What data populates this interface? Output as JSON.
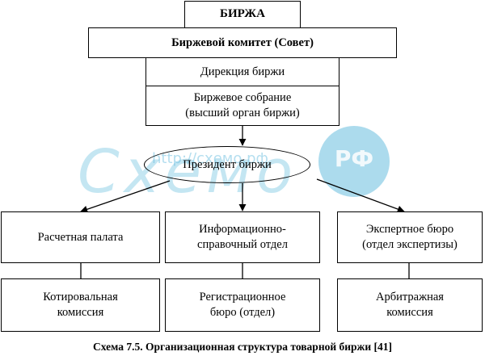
{
  "diagram": {
    "nodes": {
      "exchange": "БИРЖА",
      "committee": "Биржевой комитет (Совет)",
      "directorate": "Дирекция биржи",
      "assembly": "Биржевое собрание\n(высший орган биржи)",
      "president": "Президент биржи",
      "clearing": "Расчетная палата",
      "info": "Информационно-\nсправочный отдел",
      "expert": "Экспертное бюро\n(отдел экспертизы)",
      "quotation": "Котировальная\nкомиссия",
      "registration": "Регистрационное\nбюро (отдел)",
      "arbitration": "Арбитражная\nкомиссия"
    },
    "caption": "Схема 7.5. Организационная структура товарной биржи [41]"
  },
  "watermark": {
    "url": "http://схемо.рф",
    "word": "Схемо",
    "badge": "РФ",
    "color": "#5ab8dc"
  }
}
